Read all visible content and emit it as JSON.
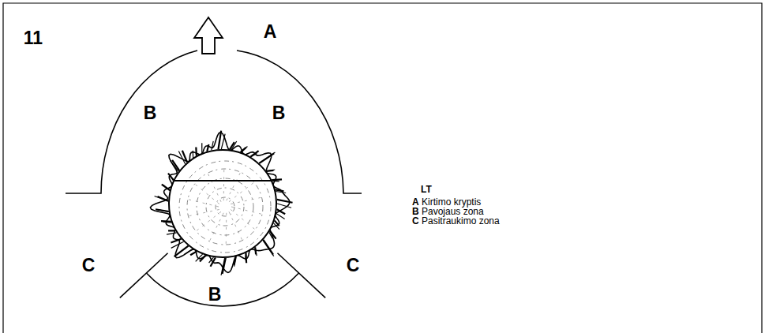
{
  "diagram": {
    "labels": [
      "11",
      "A",
      "B",
      "B",
      "C",
      "C",
      "B",
      "LT",
      "A",
      "B",
      "C"
    ],
    "legend": [
      {
        "text": "Kirtimo kryptis"
      },
      {
        "text": "Pavojaus zona"
      },
      {
        "text": "Pasitraukimo zona"
      }
    ]
  }
}
